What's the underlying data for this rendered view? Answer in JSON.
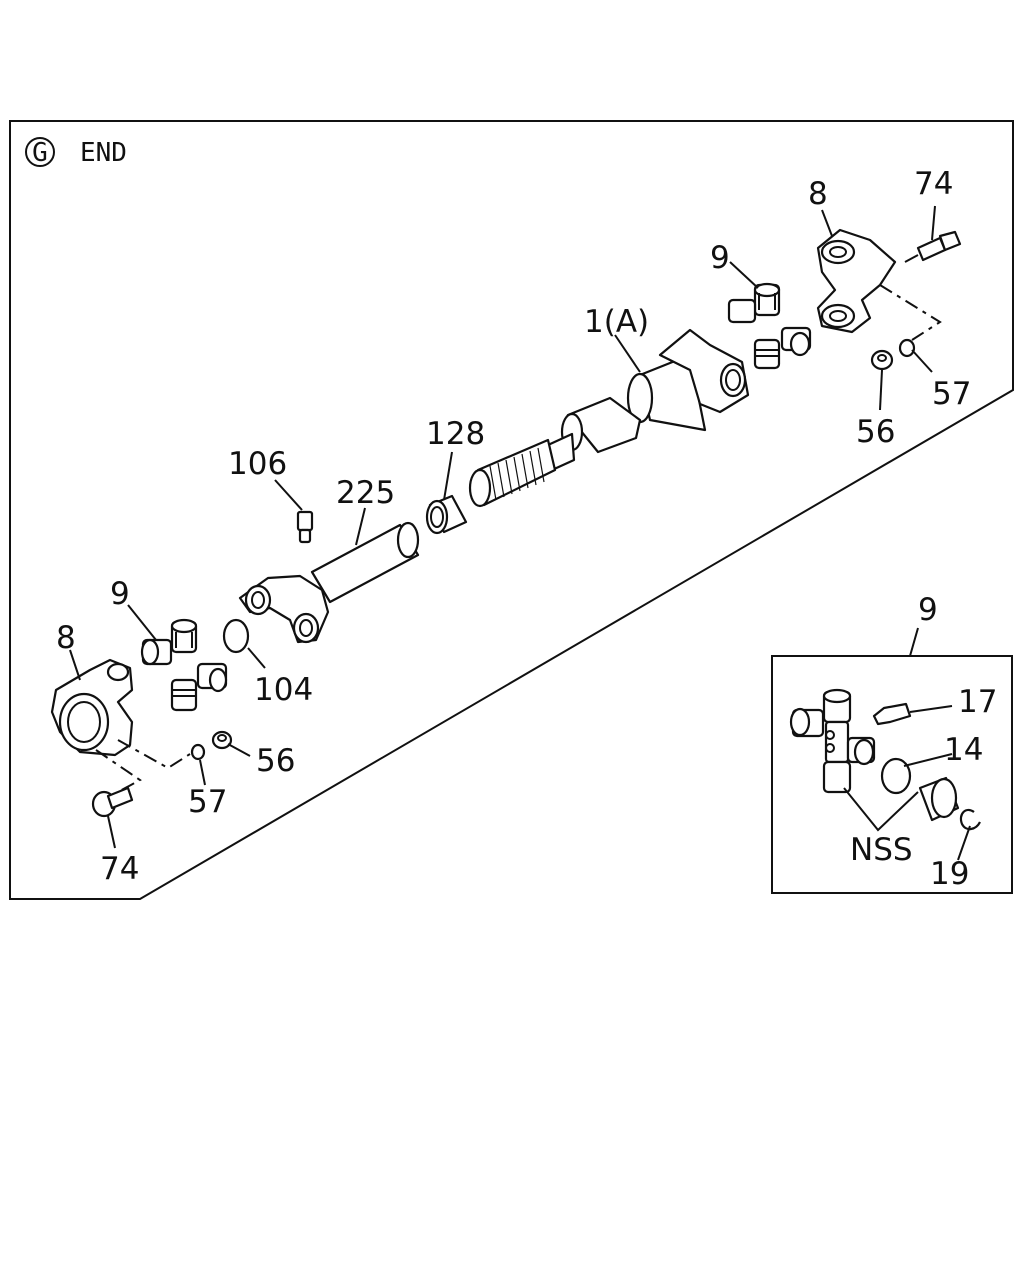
{
  "header": {
    "circle_letter": "G",
    "title": "END"
  },
  "callouts": {
    "c8_right": "8",
    "c74_right": "74",
    "c9_right": "9",
    "c1a": "1(A)",
    "c57_right": "57",
    "c56_right": "56",
    "c128": "128",
    "c106": "106",
    "c225": "225",
    "c9_left": "9",
    "c8_left": "8",
    "c104": "104",
    "c56_left": "56",
    "c57_left": "57",
    "c74_left": "74"
  },
  "inset": {
    "c9": "9",
    "c17": "17",
    "c14": "14",
    "nss": "NSS",
    "c19": "19"
  }
}
